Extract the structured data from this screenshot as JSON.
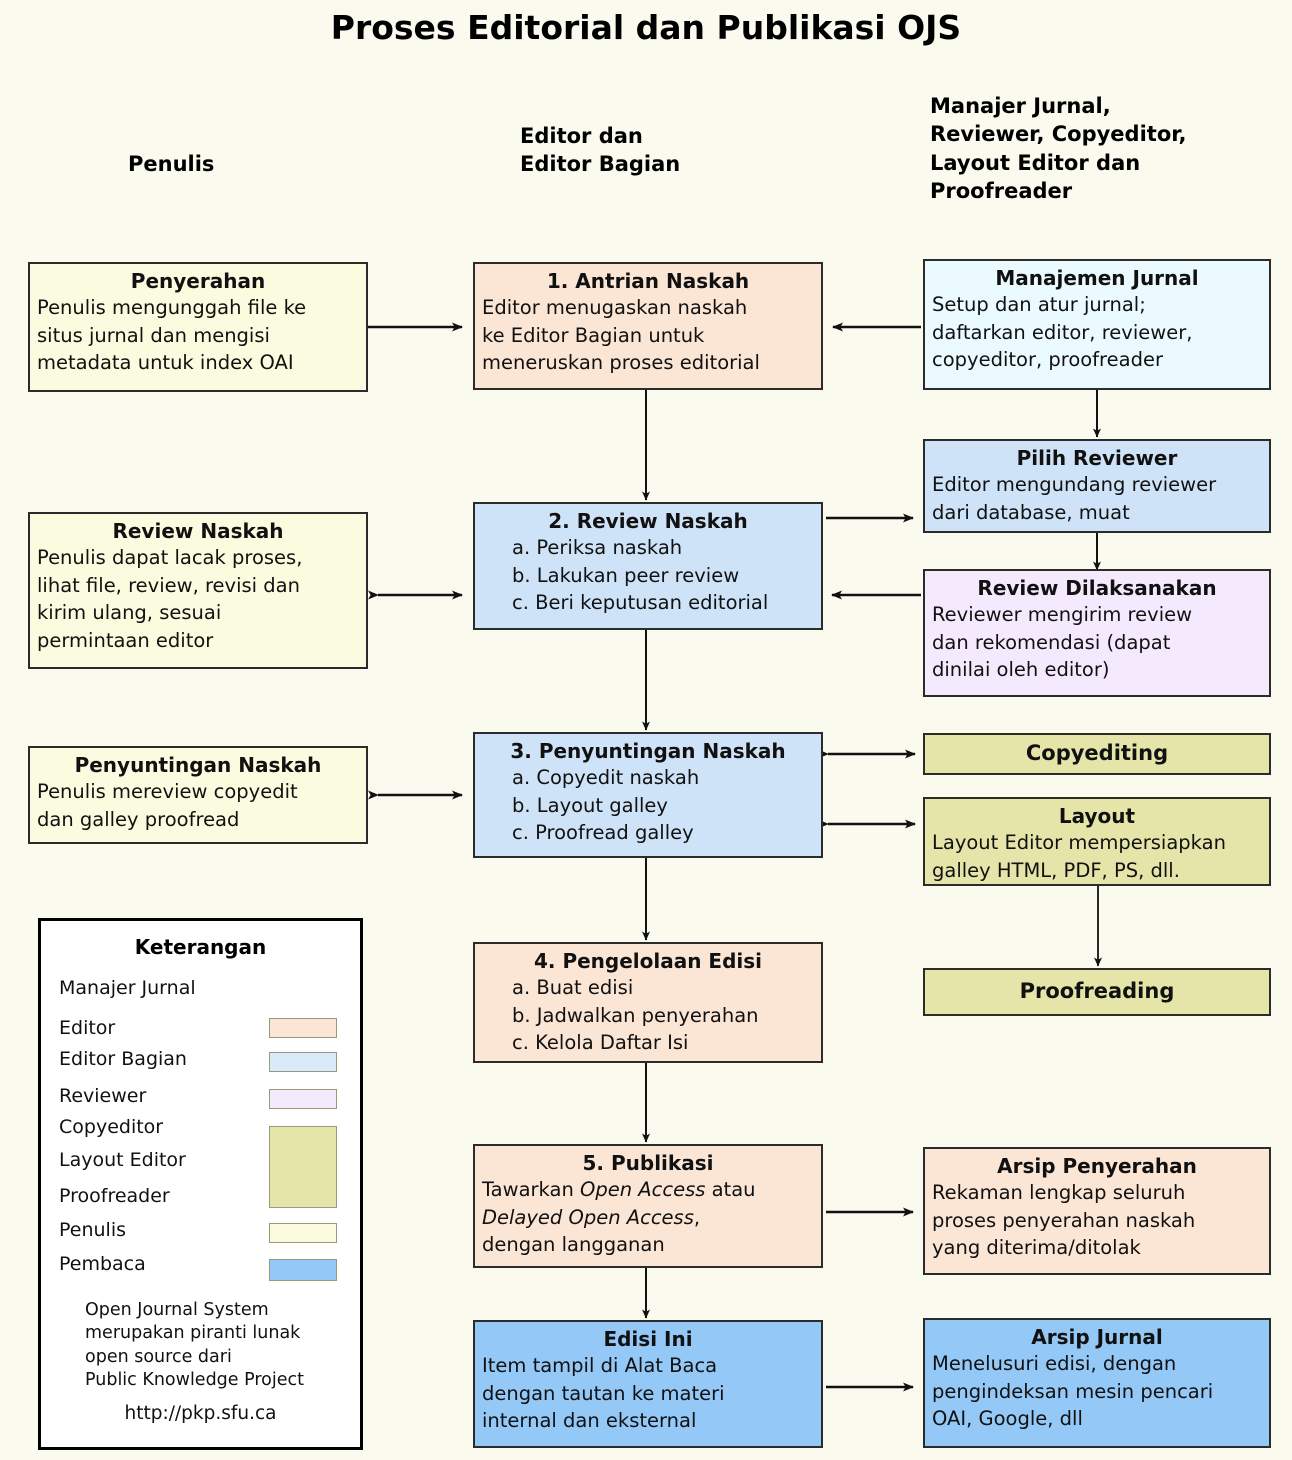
{
  "title": "Proses Editorial dan Publikasi OJS",
  "columns": [
    {
      "id": "col-penulis",
      "label": "Penulis"
    },
    {
      "id": "col-editor",
      "label": "Editor dan\nEditor Bagian"
    },
    {
      "id": "col-manajer",
      "label": "Manajer Jurnal,\nReviewer, Copyeditor,\nLayout Editor dan\nProofreader"
    }
  ],
  "boxes": {
    "penyerahan": {
      "title": "Penyerahan",
      "lines": [
        "Penulis mengunggah file ke",
        "situs jurnal dan mengisi",
        "metadata untuk index OAI"
      ],
      "color": "#fbfbdf",
      "role": "Penulis"
    },
    "antrian_naskah": {
      "title": "1. Antrian Naskah",
      "lines": [
        "Editor menugaskan naskah",
        "ke Editor Bagian untuk",
        "meneruskan proses editorial"
      ],
      "color": "#fbe5d5",
      "role": "Editor"
    },
    "manajemen_jurnal": {
      "title": "Manajemen Jurnal",
      "lines": [
        "Setup dan atur jurnal;",
        "daftarkan editor, reviewer,",
        "copyeditor, proofreader"
      ],
      "color": "#eafaff",
      "role": "Manajer Jurnal"
    },
    "pilih_reviewer": {
      "title": "Pilih Reviewer",
      "lines": [
        "Editor mengundang reviewer",
        "dari database, muat"
      ],
      "color": "#cfe3f8",
      "role": "Editor Bagian"
    },
    "review_naskah_penulis": {
      "title": "Review Naskah",
      "lines": [
        "Penulis dapat lacak proses,",
        "lihat file, review, revisi dan",
        "kirim ulang, sesuai",
        "permintaan editor"
      ],
      "color": "#fbfbdf",
      "role": "Penulis"
    },
    "review_naskah": {
      "title": "2. Review Naskah",
      "lines": [
        "a. Periksa naskah",
        "b. Lakukan peer review",
        "c. Beri keputusan editorial"
      ],
      "color": "#cfe3f8",
      "role": "Editor Bagian"
    },
    "review_dilaksanakan": {
      "title": "Review Dilaksanakan",
      "lines": [
        "Reviewer mengirim review",
        "dan rekomendasi (dapat",
        "dinilai oleh editor)"
      ],
      "color": "#f5eafd",
      "role": "Reviewer"
    },
    "penyuntingan_penulis": {
      "title": "Penyuntingan Naskah",
      "lines": [
        "Penulis mereview copyedit",
        "dan galley proofread"
      ],
      "color": "#fbfbdf",
      "role": "Penulis"
    },
    "penyuntingan_naskah": {
      "title": "3. Penyuntingan Naskah",
      "lines": [
        "a. Copyedit naskah",
        "b. Layout galley",
        "c. Proofread galley"
      ],
      "color": "#cfe3f8",
      "role": "Editor Bagian"
    },
    "copyediting": {
      "title": "Copyediting",
      "lines": [],
      "color": "#e5e5a9",
      "role": "Copyeditor"
    },
    "layout": {
      "title": "Layout",
      "lines": [
        "Layout Editor mempersiapkan",
        "galley HTML, PDF, PS, dll."
      ],
      "color": "#e5e5a9",
      "role": "Layout Editor"
    },
    "proofreading": {
      "title": "Proofreading",
      "lines": [],
      "color": "#e5e5a9",
      "role": "Proofreader"
    },
    "pengelolaan_edisi": {
      "title": "4. Pengelolaan Edisi",
      "lines": [
        "a. Buat edisi",
        "b. Jadwalkan penyerahan",
        "c. Kelola Daftar Isi"
      ],
      "color": "#fbe5d5",
      "role": "Editor"
    },
    "publikasi": {
      "title": "5. Publikasi",
      "lines": [
        "Tawarkan Open Access atau",
        "Delayed Open Access,",
        "dengan langganan"
      ],
      "italics": [
        "Open Access",
        "Delayed Open Access"
      ],
      "color": "#fbe5d5",
      "role": "Editor"
    },
    "arsip_penyerahan": {
      "title": "Arsip Penyerahan",
      "lines": [
        "Rekaman lengkap seluruh",
        "proses penyerahan naskah",
        "yang diterima/ditolak"
      ],
      "color": "#fbe5d5",
      "role": "Editor"
    },
    "edisi_ini": {
      "title": "Edisi Ini",
      "lines": [
        "Item tampil di Alat Baca",
        "dengan tautan ke materi",
        "internal dan eksternal"
      ],
      "color": "#93c8f7",
      "role": "Pembaca"
    },
    "arsip_jurnal": {
      "title": "Arsip Jurnal",
      "lines": [
        "Menelusuri edisi, dengan",
        "pengindeksan mesin pencari",
        "OAI, Google, dll"
      ],
      "color": "#93c8f7",
      "role": "Pembaca"
    }
  },
  "legend": {
    "title": "Keterangan",
    "items": [
      {
        "label": "Manajer Jurnal",
        "color": null
      },
      {
        "label": "Editor",
        "color": "#fbe5d5"
      },
      {
        "label": "Editor Bagian",
        "color": "#dbeafb"
      },
      {
        "label": "Reviewer",
        "color": "#f5eafd"
      },
      {
        "label": "Copyeditor",
        "color": "#e5e5a9"
      },
      {
        "label": "Layout Editor",
        "color": null
      },
      {
        "label": "Proofreader",
        "color": null
      },
      {
        "label": "Penulis",
        "color": "#fbfbdf"
      },
      {
        "label": "Pembaca",
        "color": "#93c8f7"
      }
    ],
    "note": [
      "Open Journal System",
      "merupakan piranti lunak",
      "open source dari",
      "Public Knowledge Project"
    ],
    "url": "http://pkp.sfu.ca"
  }
}
